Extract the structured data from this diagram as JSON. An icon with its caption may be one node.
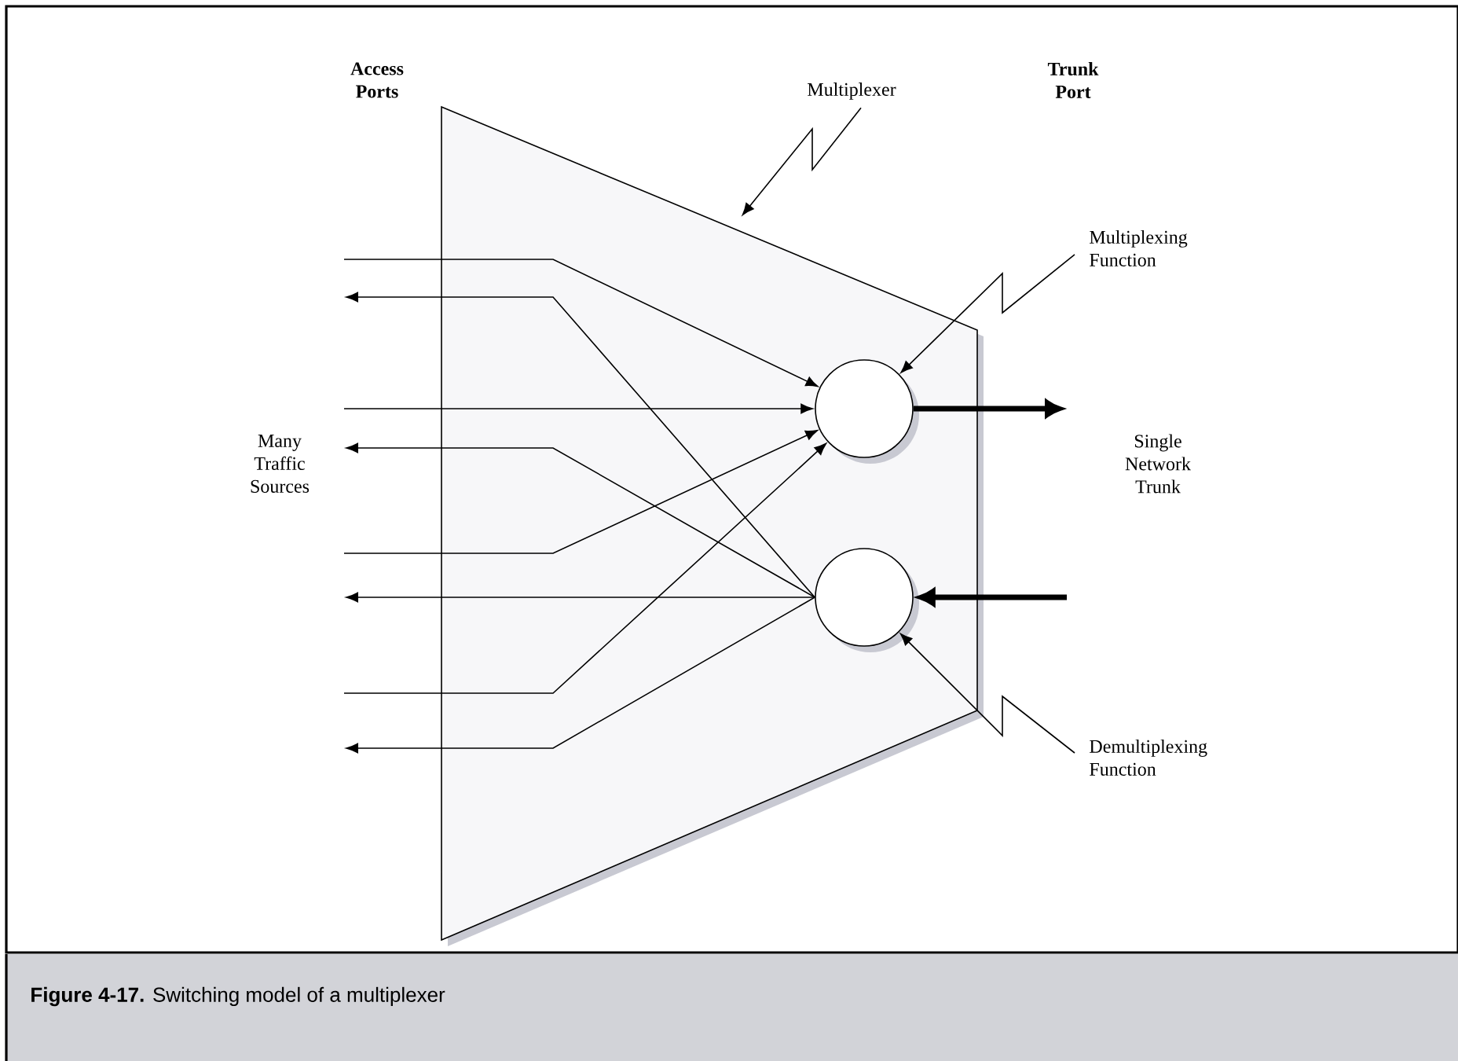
{
  "diagram": {
    "caption": "**Figure 4-17.** Switching model of a multiplexer",
    "nodes": [
      {
        "text": [],
        "shape": "trapezoid"
      },
      {
        "text": [],
        "shape": "circle",
        "in": 0
      },
      {
        "text": [],
        "shape": "circle",
        "in": 0
      },
      {
        "text": [
          "Multiplexer"
        ]
      },
      {
        "text": [
          "Multiplexing Function"
        ]
      },
      {
        "text": [
          "Demultiplexing Function"
        ]
      }
    ],
    "edges": [
      {
        "from": 3,
        "to": 0,
        "arrow": "to"
      },
      {
        "from": 4,
        "to": 1,
        "arrow": "to"
      },
      {
        "from": 5,
        "to": 2,
        "arrow": "to"
      },
      {
        "from": null,
        "to": 1,
        "arrow": "to"
      },
      {
        "from": null,
        "to": 1,
        "arrow": "to"
      },
      {
        "from": null,
        "to": 1,
        "arrow": "to"
      },
      {
        "from": null,
        "to": 1,
        "arrow": "to"
      },
      {
        "from": 2,
        "to": null,
        "arrow": "to"
      },
      {
        "from": 2,
        "to": null,
        "arrow": "to"
      },
      {
        "from": 2,
        "to": null,
        "arrow": "to"
      },
      {
        "from": 2,
        "to": null,
        "arrow": "to"
      },
      {
        "from": 1,
        "to": null,
        "arrow": "to",
        "style": "thick"
      },
      {
        "from": null,
        "to": 2,
        "arrow": "to",
        "style": "thick"
      }
    ],
    "labels": [
      "Access Ports",
      "Trunk Port",
      "Many Traffic Sources",
      "Single Network Trunk"
    ]
  }
}
